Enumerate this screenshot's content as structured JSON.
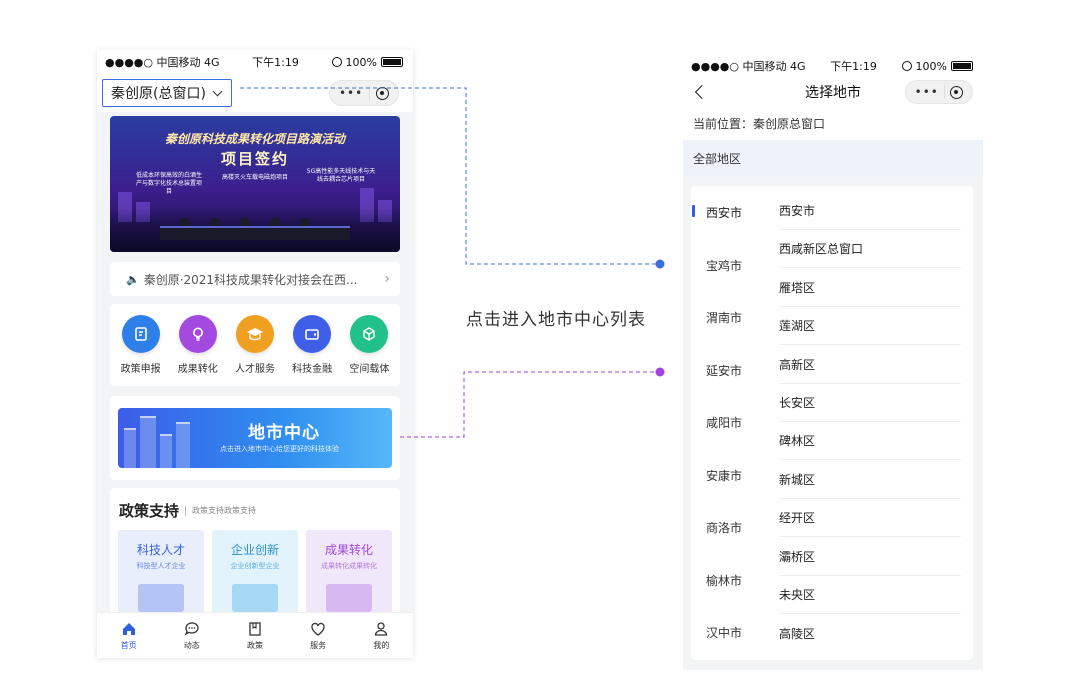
{
  "left_phone": {
    "status": {
      "carrier": "●●●●○ 中国移动 4G",
      "time": "下午1:19",
      "battery": "100%"
    },
    "location_select": "秦创原(总窗口)",
    "banner": {
      "title": "秦创原科技成果转化项目路演活动",
      "subtitle": "项目签约",
      "items": [
        "低成本环保高效的白酒生产与数字化技术总装置项目",
        "高楼灭火车载电磁炮项目",
        "5G高性能多天线技术与天线去耦合芯片项目"
      ]
    },
    "notice": "秦创原·2021科技成果转化对接会在西...",
    "icons": [
      {
        "label": "政策申报",
        "icon": "policy-icon",
        "color": "#2f7fe8"
      },
      {
        "label": "成果转化",
        "icon": "bulb-icon",
        "color": "#a24ae0"
      },
      {
        "label": "人才服务",
        "icon": "graduation-cap-icon",
        "color": "#f0a020"
      },
      {
        "label": "科技金融",
        "icon": "wallet-icon",
        "color": "#3f5fe6"
      },
      {
        "label": "空间载体",
        "icon": "cube-icon",
        "color": "#22c08a"
      }
    ],
    "region_banner": {
      "title": "地市中心",
      "subtitle": "点击进入地市中心给您更好的科技体验"
    },
    "policy_section": {
      "title": "政策支持",
      "subtitle": "政策支持政策支持",
      "cards": [
        {
          "title": "科技人才",
          "subtitle": "科技型人才企业",
          "bg": "#e8eefc",
          "fg": "#3a62e0"
        },
        {
          "title": "企业创新",
          "subtitle": "企业创新型企业",
          "bg": "#e3f3fc",
          "fg": "#2a8fd8"
        },
        {
          "title": "成果转化",
          "subtitle": "成果转化成果转化",
          "bg": "#f1e7fb",
          "fg": "#a04ad8"
        }
      ]
    },
    "tabs": [
      {
        "label": "首页",
        "icon": "home-icon"
      },
      {
        "label": "动态",
        "icon": "chat-icon"
      },
      {
        "label": "政策",
        "icon": "book-icon"
      },
      {
        "label": "服务",
        "icon": "heart-icon"
      },
      {
        "label": "我的",
        "icon": "user-icon"
      }
    ]
  },
  "caption": "点击进入地市中心列表",
  "right_phone": {
    "status": {
      "carrier": "●●●●○ 中国移动 4G",
      "time": "下午1:19",
      "battery": "100%"
    },
    "title": "选择地市",
    "current_location": "当前位置：秦创原总窗口",
    "all_regions": "全部地区",
    "cities": [
      "西安市",
      "宝鸡市",
      "渭南市",
      "延安市",
      "咸阳市",
      "安康市",
      "商洛市",
      "榆林市",
      "汉中市"
    ],
    "districts": [
      "西安市",
      "西咸新区总窗口",
      "雁塔区",
      "莲湖区",
      "高新区",
      "长安区",
      "碑林区",
      "新城区",
      "经开区",
      "灞桥区",
      "未央区",
      "高陵区"
    ]
  },
  "colors": {
    "accent_blue": "#2f5fe0",
    "connector_blue": "#3b6fe0",
    "connector_purple": "#a340e0"
  }
}
